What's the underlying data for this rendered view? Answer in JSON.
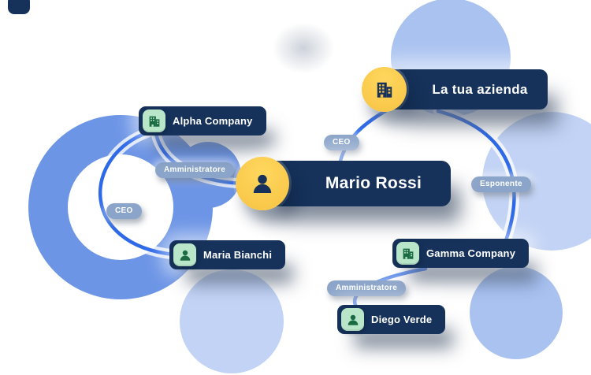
{
  "diagram": {
    "nodes": {
      "la_tua_azienda": {
        "label": "La tua azienda",
        "icon": "building-icon"
      },
      "alpha_company": {
        "label": "Alpha Company",
        "icon": "building-icon"
      },
      "mario_rossi": {
        "label": "Mario Rossi",
        "icon": "person-icon"
      },
      "maria_bianchi": {
        "label": "Maria Bianchi",
        "icon": "person-icon"
      },
      "gamma_company": {
        "label": "Gamma Company",
        "icon": "building-icon"
      },
      "diego_verde": {
        "label": "Diego Verde",
        "icon": "person-icon"
      }
    },
    "edge_labels": {
      "mario_to_azienda": "CEO",
      "alpha_to_mario": "Amministratore",
      "alpha_to_maria": "CEO",
      "azienda_to_gamma": "Esponente",
      "gamma_to_diego": "Amministratore"
    },
    "colors": {
      "card_navy": "#16325a",
      "accent_yellow": "#f6c343",
      "icon_green_bg": "#b9e6c9",
      "icon_green_fg": "#1a6a42",
      "edge_blue": "#2e6ae8",
      "pill_bg": "#8ba4c9",
      "blob_blue": "#6d95e6",
      "blob_light": "#a9c2f0",
      "blob_soft": "#c2d3f5"
    }
  }
}
